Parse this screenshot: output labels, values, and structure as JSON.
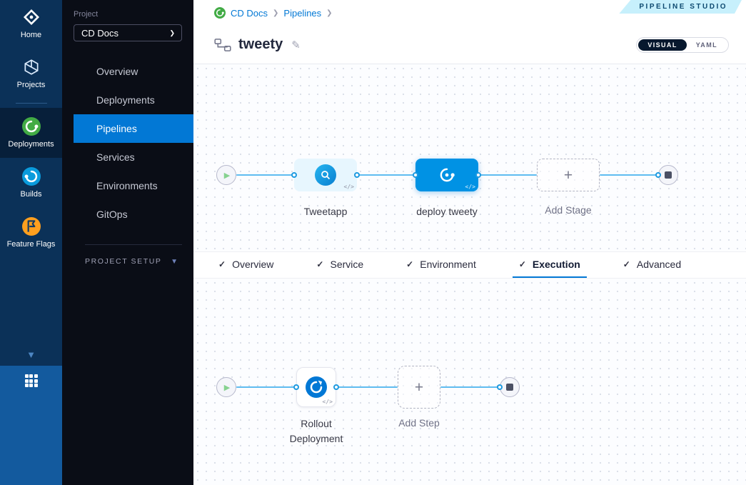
{
  "colors": {
    "accent_blue": "#0278d5",
    "selected_node_blue": "#0092e4",
    "edge_blue": "#5fbcf0",
    "cd_green": "#42ab45",
    "ci_blue": "#0a6ebe",
    "flag_orange": "#ff9f1e",
    "module_sidebar_bg": "#0b3158",
    "project_sidebar_bg": "#0a0d16",
    "badge_bg": "#c7f0fc"
  },
  "icons": {
    "check": "✓",
    "plus": "+",
    "chevron_right": "❯",
    "chevron_down": "▼",
    "pencil": "✎",
    "code": "</>",
    "play": "▶"
  },
  "badge": {
    "label": "PIPELINE STUDIO"
  },
  "icon_sidebar": {
    "items": [
      {
        "label": "Home",
        "icon": "harness-logo"
      },
      {
        "label": "Projects",
        "icon": "projects-cube"
      },
      {
        "label": "Deployments",
        "icon": "cd-swirl-green",
        "active": true
      },
      {
        "label": "Builds",
        "icon": "ci-swirl-blue"
      },
      {
        "label": "Feature Flags",
        "icon": "feature-flag-orange"
      }
    ]
  },
  "project_sidebar": {
    "section_label": "Project",
    "selected_project": "CD Docs",
    "items": [
      {
        "label": "Overview",
        "active": false
      },
      {
        "label": "Deployments",
        "active": false
      },
      {
        "label": "Pipelines",
        "active": true
      },
      {
        "label": "Services",
        "active": false
      },
      {
        "label": "Environments",
        "active": false
      },
      {
        "label": "GitOps",
        "active": false
      }
    ],
    "setup_label": "PROJECT SETUP"
  },
  "breadcrumb": {
    "crumbs": [
      {
        "label": "CD Docs"
      },
      {
        "label": "Pipelines"
      }
    ]
  },
  "header": {
    "title": "tweety",
    "view_toggle": {
      "visual": "VISUAL",
      "yaml": "YAML",
      "selected": "VISUAL"
    }
  },
  "stage_graph": {
    "nodes": [
      {
        "label": "Tweetapp",
        "type": "service-stage"
      },
      {
        "label": "deploy tweety",
        "type": "deploy-stage",
        "selected": true
      },
      {
        "label": "Add Stage",
        "type": "add-stage"
      }
    ]
  },
  "tabs": {
    "items": [
      {
        "label": "Overview",
        "complete": true,
        "active": false
      },
      {
        "label": "Service",
        "complete": true,
        "active": false
      },
      {
        "label": "Environment",
        "complete": true,
        "active": false
      },
      {
        "label": "Execution",
        "complete": true,
        "active": true
      },
      {
        "label": "Advanced",
        "complete": true,
        "active": false
      }
    ]
  },
  "execution_graph": {
    "nodes": [
      {
        "label": "Rollout Deployment",
        "type": "step"
      },
      {
        "label": "Add Step",
        "type": "add-step"
      }
    ]
  }
}
